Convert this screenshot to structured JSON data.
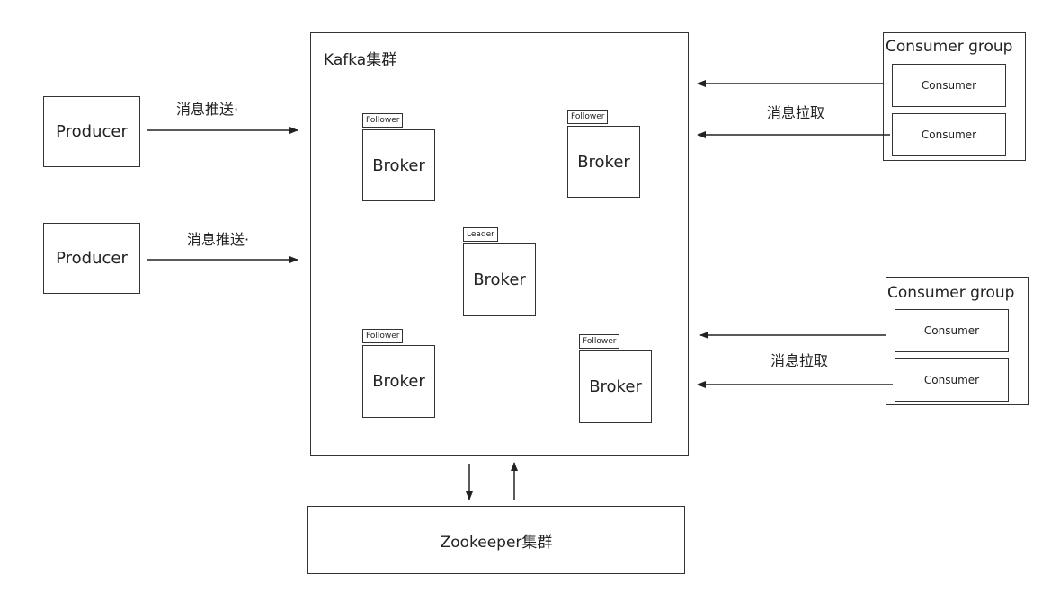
{
  "producers": [
    "Producer",
    "Producer"
  ],
  "push_labels": [
    "消息推送·",
    "消息推送·"
  ],
  "kafka_cluster": {
    "title": "Kafka集群",
    "brokers": [
      {
        "role": "Follower",
        "label": "Broker"
      },
      {
        "role": "Follower",
        "label": "Broker"
      },
      {
        "role": "Leader",
        "label": "Broker"
      },
      {
        "role": "Follower",
        "label": "Broker"
      },
      {
        "role": "Follower",
        "label": "Broker"
      }
    ]
  },
  "consumer_groups": [
    {
      "title": "Consumer group",
      "consumers": [
        "Consumer",
        "Consumer"
      ]
    },
    {
      "title": "Consumer group",
      "consumers": [
        "Consumer",
        "Consumer"
      ]
    }
  ],
  "pull_labels": [
    "消息拉取",
    "消息拉取"
  ],
  "zookeeper": {
    "title": "Zookeeper集群"
  }
}
